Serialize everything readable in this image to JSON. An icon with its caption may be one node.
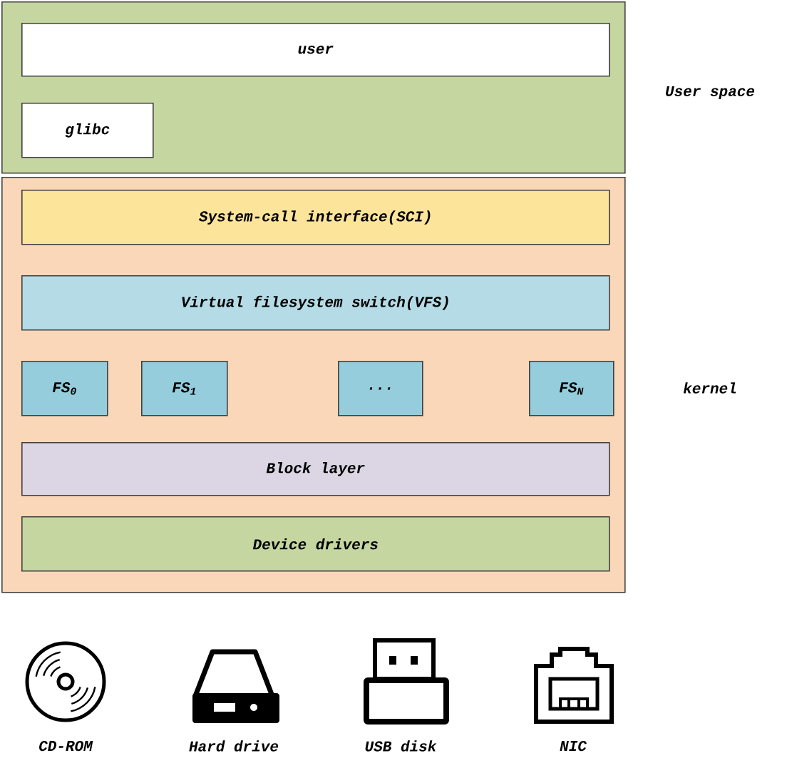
{
  "diagram": {
    "nodes": [
      {
        "text": [],
        "shape": "box",
        "beside": [
          "User space"
        ]
      },
      {
        "text": [
          "user"
        ],
        "in": 0
      },
      {
        "text": [
          "glibc"
        ],
        "in": 0
      },
      {
        "text": [],
        "shape": "box",
        "beside": [
          "kernel"
        ]
      },
      {
        "text": [
          "System-call interface(SCI)"
        ],
        "in": 3
      },
      {
        "text": [
          "Virtual filesystem switch(VFS)"
        ],
        "in": 3
      },
      {
        "text": [
          "FS$_{0}$"
        ],
        "in": 3
      },
      {
        "text": [
          "FS$_{1}$"
        ],
        "in": 3
      },
      {
        "text": [
          "..."
        ],
        "in": 3
      },
      {
        "text": [
          "FS$_{N}$"
        ],
        "in": 3
      },
      {
        "text": [
          "Block layer"
        ],
        "in": 3
      },
      {
        "text": [
          "Device drivers"
        ],
        "in": 3
      }
    ],
    "edges": [],
    "labels": [
      "CD-ROM",
      "Hard drive",
      "USB disk",
      "NIC"
    ]
  }
}
